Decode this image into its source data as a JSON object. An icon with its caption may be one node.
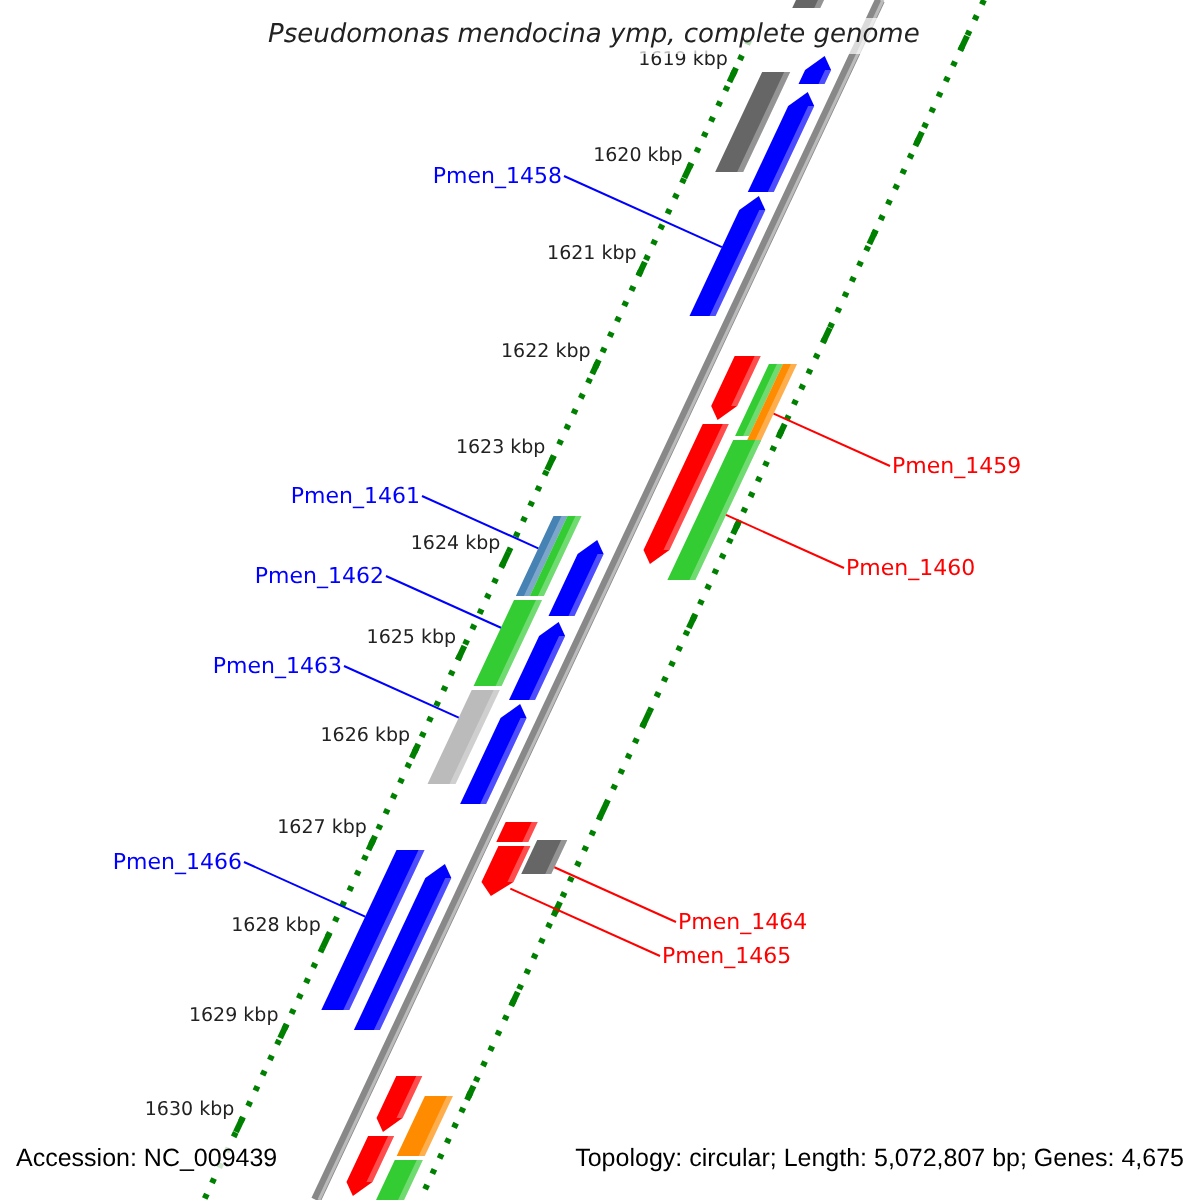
{
  "diagram": {
    "title": "Pseudomonas mendocina ymp, complete genome",
    "nodes": [
      {
        "text": [
          "Pmen_1458"
        ]
      },
      {
        "text": [
          "Pmen_1459"
        ]
      },
      {
        "text": [
          "Pmen_1461"
        ]
      },
      {
        "text": [
          "Pmen_1460"
        ]
      },
      {
        "text": [
          "Pmen_1462"
        ]
      },
      {
        "text": [
          "Pmen_1463"
        ]
      },
      {
        "text": [
          "Pmen_1466"
        ]
      },
      {
        "text": [
          "Pmen_1464"
        ]
      },
      {
        "text": [
          "Pmen_1465"
        ]
      },
      {
        "text": [],
        "shape": "bar"
      },
      {
        "text": [],
        "shape": "pentagon"
      },
      {
        "text": [],
        "shape": "bar"
      },
      {
        "text": [],
        "shape": "pentagon"
      },
      {
        "text": [],
        "shape": "pentagon"
      },
      {
        "text": [],
        "shape": "pentagon"
      },
      {
        "text": [],
        "shape": "bar"
      },
      {
        "text": [],
        "shape": "bar"
      },
      {
        "text": [],
        "shape": "pentagon"
      },
      {
        "text": [],
        "shape": "bar"
      },
      {
        "text": [],
        "shape": "bar"
      },
      {
        "text": [],
        "shape": "bar"
      },
      {
        "text": [],
        "shape": "pentagon"
      },
      {
        "text": [],
        "shape": "bar"
      },
      {
        "text": [],
        "shape": "pentagon"
      },
      {
        "text": [],
        "shape": "bar"
      },
      {
        "text": [],
        "shape": "pentagon"
      },
      {
        "text": [],
        "shape": "bar"
      },
      {
        "text": [],
        "shape": "bar"
      },
      {
        "text": [],
        "shape": "pentagon"
      },
      {
        "text": [],
        "shape": "bar"
      },
      {
        "text": [],
        "shape": "pentagon"
      },
      {
        "text": [],
        "shape": "pentagon"
      },
      {
        "text": [],
        "shape": "bar"
      },
      {
        "text": [],
        "shape": "pentagon"
      },
      {
        "text": [],
        "shape": "bar"
      }
    ],
    "edges": [
      {
        "from": 0,
        "to": 13,
        "arrow": "none"
      },
      {
        "from": 1,
        "to": 16,
        "arrow": "none",
        "color": "#ff0000"
      },
      {
        "from": 2,
        "to": 19,
        "arrow": "none"
      },
      {
        "from": 3,
        "to": 18,
        "arrow": "none",
        "color": "#ff0000"
      },
      {
        "from": 4,
        "to": 22,
        "arrow": "none"
      },
      {
        "from": 5,
        "to": 24,
        "arrow": "none"
      },
      {
        "from": 6,
        "to": 29,
        "arrow": "none"
      },
      {
        "from": 7,
        "to": 27,
        "arrow": "none",
        "color": "#ff0000"
      },
      {
        "from": 8,
        "to": 28,
        "arrow": "none",
        "color": "#ff0000"
      }
    ],
    "labels": [
      "1619 kbp",
      "1620 kbp",
      "1621 kbp",
      "1622 kbp",
      "1623 kbp",
      "1624 kbp",
      "1625 kbp",
      "1626 kbp",
      "1627 kbp",
      "1628 kbp",
      "1629 kbp",
      "1630 kbp",
      "Accession: NC_009439",
      "Topology: circular; Length: 5,072,807 bp; Genes: 4,675"
    ]
  }
}
